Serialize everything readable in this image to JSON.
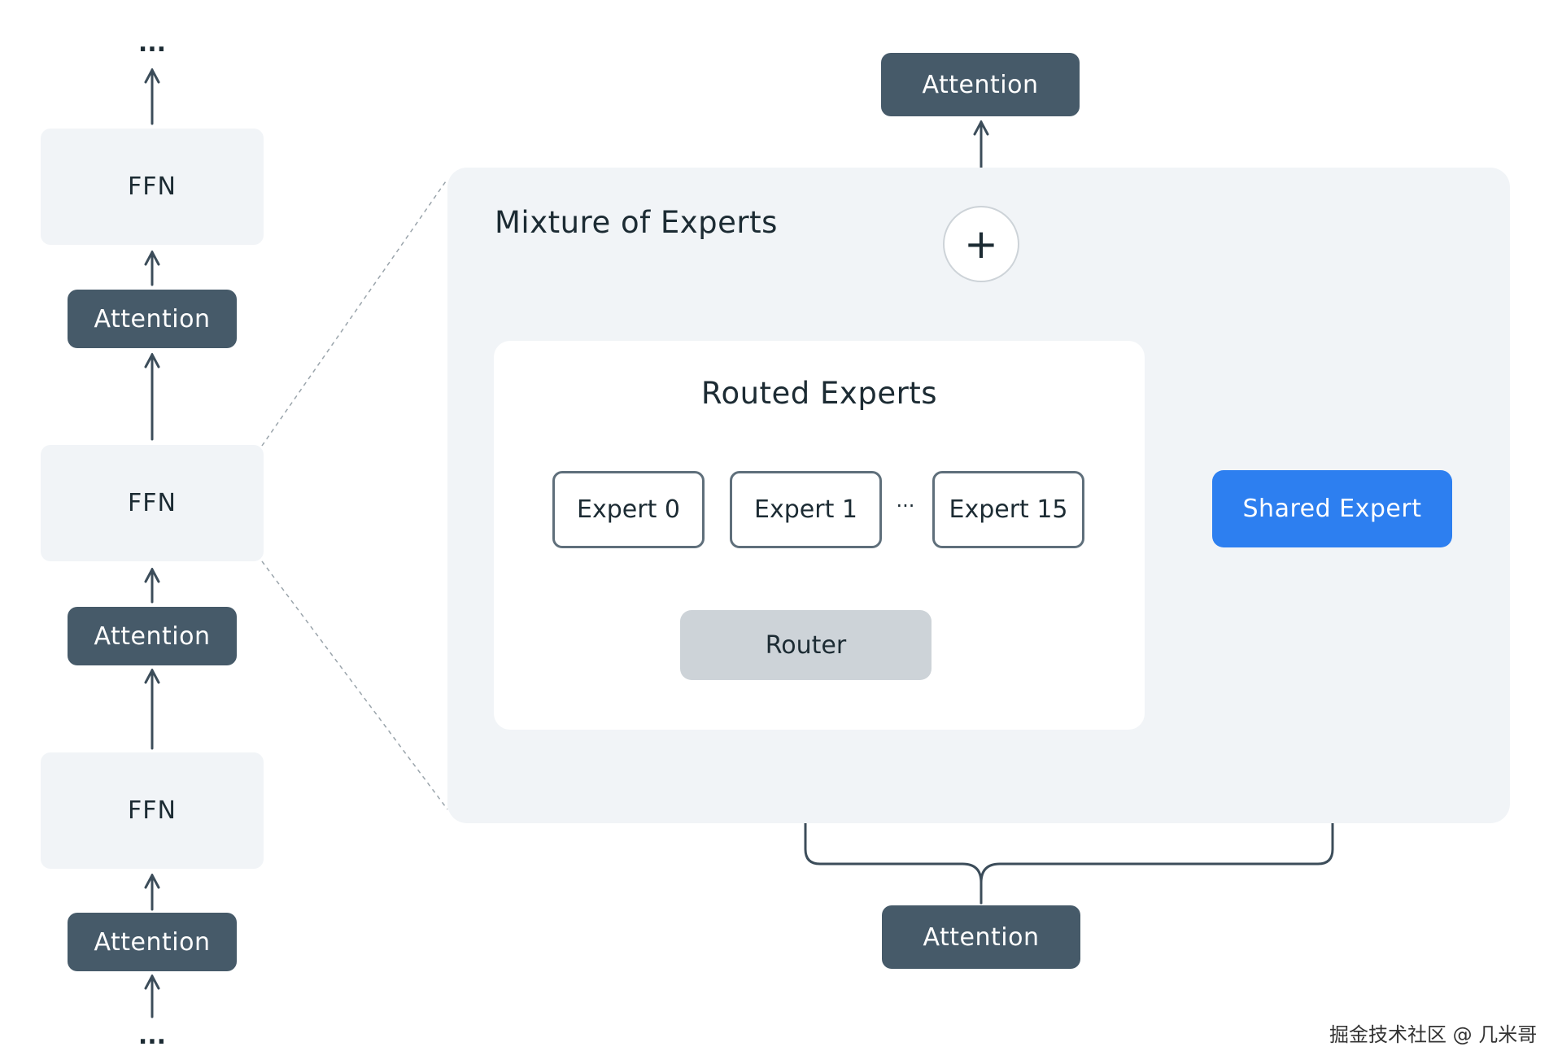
{
  "left_stack": {
    "top_ellipsis": "...",
    "bottom_ellipsis": "...",
    "ffn_label": "FFN",
    "attention_label": "Attention"
  },
  "moe": {
    "title": "Mixture of Experts",
    "plus_symbol": "+",
    "top_attention": "Attention",
    "bottom_attention": "Attention",
    "routed": {
      "title": "Routed Experts",
      "experts": [
        "Expert 0",
        "Expert 1",
        "Expert 15"
      ],
      "ellipsis": "···",
      "router": "Router"
    },
    "shared_expert": "Shared Expert"
  },
  "watermark": "掘金技术社区 @ 几米哥",
  "colors": {
    "dark_box": "#465a69",
    "light_panel": "#f1f4f7",
    "shared_expert": "#2d7ff0",
    "router": "#cdd3d8",
    "arrow": "#3c4d5a"
  }
}
